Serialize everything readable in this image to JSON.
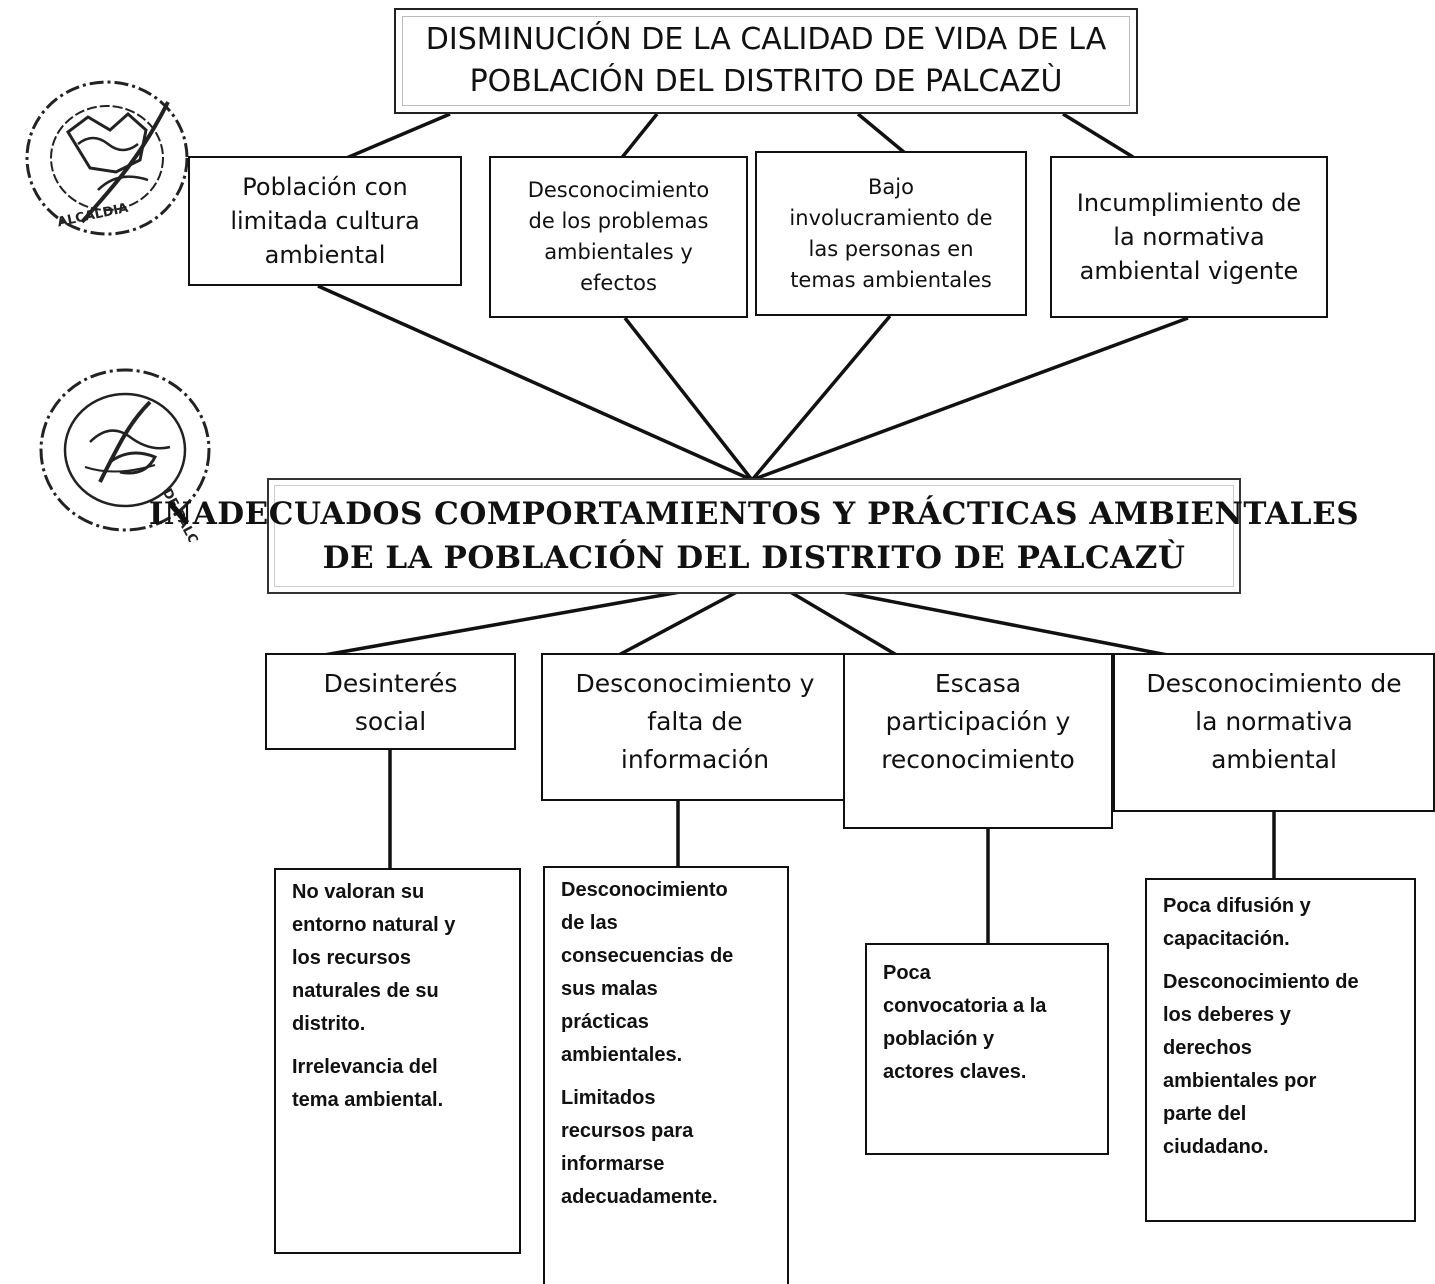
{
  "top_effect": {
    "lines": [
      "DISMINUCIÓN DE LA CALIDAD DE VIDA DE LA",
      "POBLACIÓN DEL DISTRITO DE PALCAZÙ"
    ]
  },
  "causes": [
    {
      "lines": [
        "Población con",
        "limitada cultura",
        "ambiental"
      ]
    },
    {
      "lines": [
        "Desconocimiento",
        "de los problemas",
        "ambientales y",
        "efectos"
      ]
    },
    {
      "lines": [
        "Bajo",
        "involucramiento de",
        "las personas en",
        "temas ambientales"
      ]
    },
    {
      "lines": [
        "Incumplimiento de",
        "la normativa",
        "ambiental vigente"
      ]
    }
  ],
  "central_problem": {
    "lines": [
      "INADECUADOS COMPORTAMIENTOS Y PRÁCTICAS AMBIENTALES",
      "DE LA POBLACIÓN DEL DISTRITO DE PALCAZÙ"
    ]
  },
  "effects": [
    {
      "lines": [
        "Desinterés",
        "social"
      ]
    },
    {
      "lines": [
        "Desconocimiento y",
        "falta de",
        "información"
      ]
    },
    {
      "lines": [
        "Escasa",
        "participación y",
        "reconocimiento"
      ]
    },
    {
      "lines": [
        "Desconocimiento de",
        "la normativa",
        "ambiental"
      ]
    }
  ],
  "details": [
    {
      "paragraphs": [
        [
          "No valoran su",
          "entorno natural y",
          "los recursos",
          "naturales de su",
          "distrito."
        ],
        [
          "Irrelevancia del",
          "tema ambiental."
        ]
      ]
    },
    {
      "paragraphs": [
        [
          "Desconocimiento",
          "de las",
          "consecuencias de",
          "sus malas",
          "prácticas",
          "ambientales."
        ],
        [
          "Limitados",
          "recursos para",
          "informarse",
          "adecuadamente."
        ]
      ]
    },
    {
      "paragraphs": [
        [
          "Poca",
          "convocatoria a la",
          "población y",
          "actores claves."
        ]
      ]
    },
    {
      "paragraphs": [
        [
          "Poca difusión y",
          "capacitación."
        ],
        [
          "Desconocimiento de",
          "los deberes y",
          "derechos",
          "ambientales por",
          "parte del",
          "ciudadano."
        ]
      ]
    }
  ],
  "stamps": [
    {
      "text": "ALCALDIA"
    },
    {
      "text": "DE PALCAZU"
    }
  ]
}
